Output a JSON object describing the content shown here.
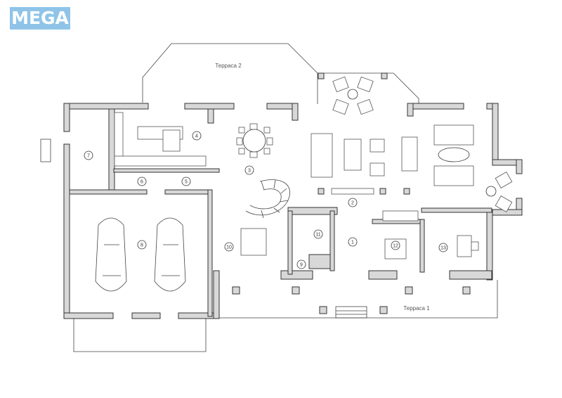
{
  "logo": {
    "text": "MEGA"
  },
  "terraces": {
    "terrace_1": "Терраса 1",
    "terrace_2": "Терраса 2"
  },
  "room_numbers": [
    "1",
    "2",
    "3",
    "4",
    "5",
    "6",
    "7",
    "8",
    "9",
    "10",
    "11",
    "12",
    "13"
  ],
  "colors": {
    "logo_bg": "#8fc4e8",
    "wall_fill": "#d8d8d8",
    "line": "#333333"
  }
}
